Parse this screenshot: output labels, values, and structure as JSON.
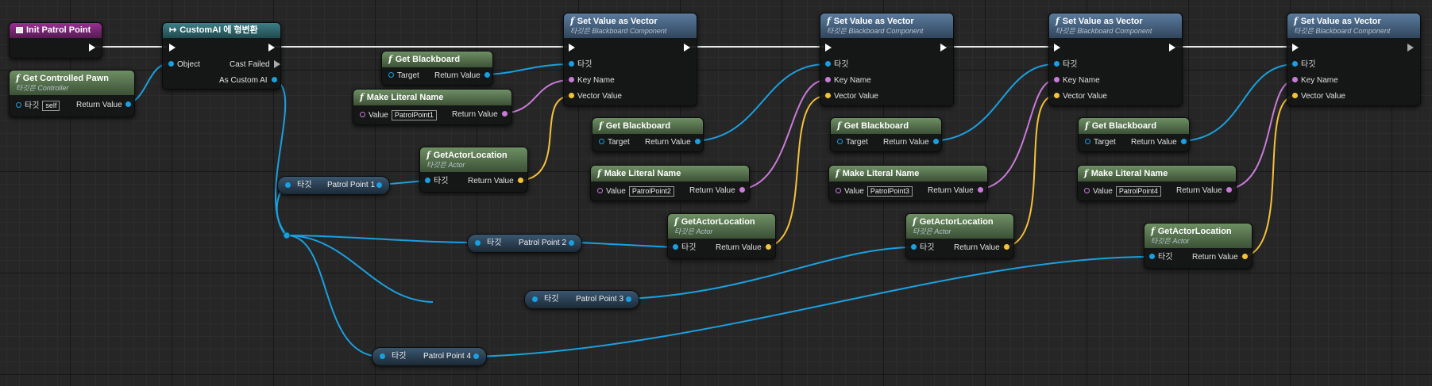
{
  "colors": {
    "object_pin": "#1aa0e0",
    "name_pin": "#c97bd8",
    "vector_pin": "#f4c23a",
    "exec": "#ffffff"
  },
  "init": {
    "title": "Init Patrol Point"
  },
  "controlled_pawn": {
    "title": "Get Controlled Pawn",
    "subtitle": "타깃은 Controller",
    "target_label": "타깃",
    "target_value": "self",
    "return_label": "Return Value"
  },
  "cast": {
    "title": "CustomAI 에 형변환",
    "object_label": "Object",
    "cast_failed_label": "Cast Failed",
    "as_label": "As Custom AI"
  },
  "set_value": {
    "title": "Set Value as Vector",
    "subtitle": "타깃은 Blackboard Component",
    "target_label": "타깃",
    "key_label": "Key Name",
    "vector_label": "Vector Value"
  },
  "get_blackboard": {
    "title": "Get Blackboard",
    "target_label": "Target",
    "return_label": "Return Value"
  },
  "make_name": {
    "title": "Make Literal Name",
    "value_label": "Value",
    "return_label": "Return Value",
    "values": [
      "PatrolPoint1",
      "PatrolPoint2",
      "PatrolPoint3",
      "PatrolPoint4"
    ]
  },
  "actor_location": {
    "title": "GetActorLocation",
    "subtitle": "타깃은 Actor",
    "target_label": "타깃",
    "return_label": "Return Value"
  },
  "patrol_vars": {
    "target_label": "타깃",
    "names": [
      "Patrol Point 1",
      "Patrol Point 2",
      "Patrol Point 3",
      "Patrol Point 4"
    ]
  }
}
